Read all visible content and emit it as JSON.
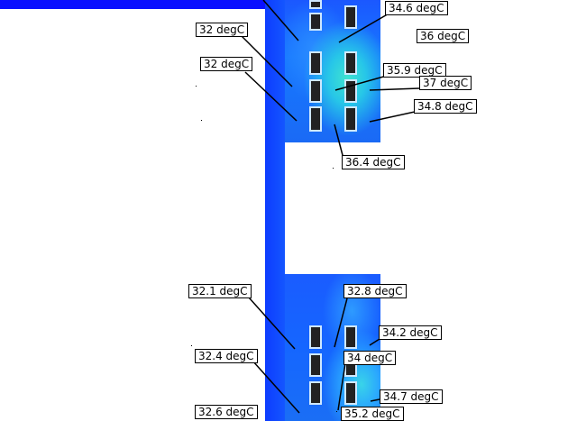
{
  "labels": {
    "t_346": "34.6 degC",
    "t_36": "36 degC",
    "t_32a": "32 degC",
    "t_32b": "32 degC",
    "t_359": "35.9 degC",
    "t_37": "37 degC",
    "t_348": "34.8 degC",
    "t_364": "36.4 degC",
    "t_321": "32.1 degC",
    "t_328": "32.8 degC",
    "t_342": "34.2 degC",
    "t_324": "32.4 degC",
    "t_34": "34 degC",
    "t_347": "34.7 degC",
    "t_326": "32.6 degC",
    "t_352": "35.2 degC"
  },
  "colors": {
    "cold": "#0a10ff",
    "cool": "#1778ff",
    "warm": "#3fe3d0"
  }
}
